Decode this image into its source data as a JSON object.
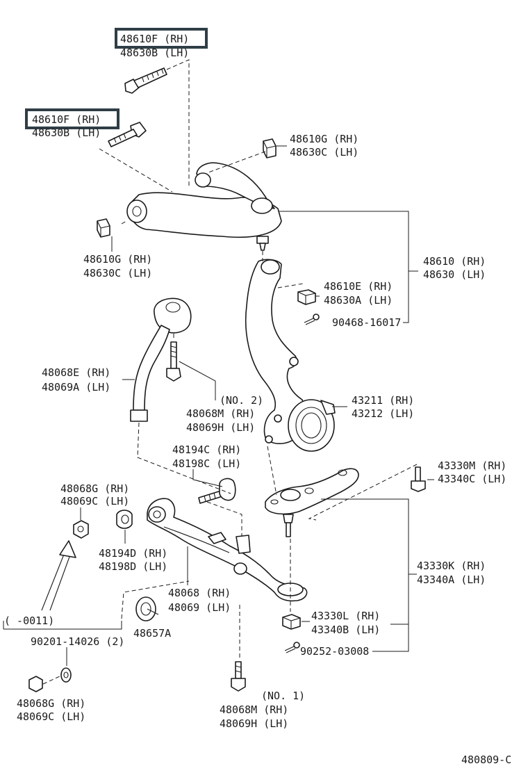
{
  "colors": {
    "line": "#1a1a1a",
    "highlight_border": "#2f3e46",
    "background": "#ffffff"
  },
  "diagram_code": "480809-C",
  "labels": {
    "bolt_top_rh": "48610F (RH)",
    "bolt_top_lh": "48630B (LH)",
    "bolt_mid_rh": "48610F (RH)",
    "bolt_mid_lh": "48630B (LH)",
    "bush_upper_right_rh": "48610G (RH)",
    "bush_upper_right_lh": "48630C (LH)",
    "bush_upper_left_rh": "48610G (RH)",
    "bush_upper_left_lh": "48630C (LH)",
    "upper_arm_rh": "48610 (RH)",
    "upper_arm_lh": "48630 (LH)",
    "nut_upper_rh": "48610E (RH)",
    "nut_upper_lh": "48630A (LH)",
    "cotter_pin_upper": "90468-16017",
    "strut_rod_rh": "48068E (RH)",
    "strut_rod_lh": "48069A (LH)",
    "no2_tag": "(NO. 2)",
    "bolt_no2_rh": "48068M (RH)",
    "bolt_no2_lh": "48069H (LH)",
    "knuckle_rh": "43211 (RH)",
    "knuckle_lh": "43212 (LH)",
    "bolt_lower_rh": "48194C (RH)",
    "bolt_lower_lh": "48198C (LH)",
    "bolt_ball_rh": "43330M (RH)",
    "bolt_ball_lh": "43340C (LH)",
    "nut_left_rh": "48068G (RH)",
    "nut_left_lh": "48069C (LH)",
    "washer_rh": "48194D (RH)",
    "washer_lh": "48198D (LH)",
    "ball_joint_rh": "43330K (RH)",
    "ball_joint_lh": "43340A (LH)",
    "lower_arm_rh": "48068 (RH)",
    "lower_arm_lh": "48069 (LH)",
    "range_tag": "(      -0011)",
    "nut_ball_rh": "43330L (RH)",
    "nut_ball_lh": "43340B (LH)",
    "retainer_part": "48657A",
    "nut_set_part": "90201-14026 (2)",
    "cotter_pin_lower": "90252-03008",
    "nut_bottom_rh": "48068G (RH)",
    "nut_bottom_lh": "48069C (LH)",
    "no1_tag": "(NO. 1)",
    "bolt_no1_rh": "48068M (RH)",
    "bolt_no1_lh": "48069H (LH)"
  }
}
